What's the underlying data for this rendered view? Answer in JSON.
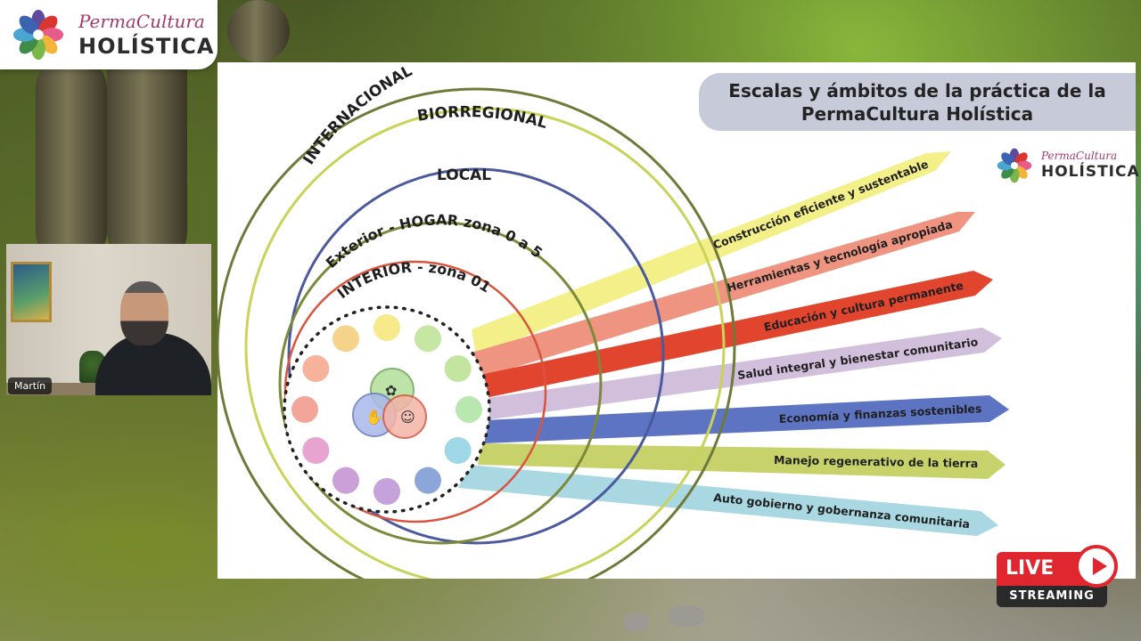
{
  "brand": {
    "script": "PermaCultura",
    "bold": "HOLÍSTICA"
  },
  "slide": {
    "title_line1": "Escalas y ámbitos de la práctica de la",
    "title_line2": "PermaCultura Holística",
    "rings": [
      {
        "label": "INTERNACIONAL",
        "color": "#6e7a3a"
      },
      {
        "label": "BIORREGIONAL",
        "color": "#c9d35a"
      },
      {
        "label": "LOCAL",
        "color": "#4a5a9c"
      },
      {
        "label": "Exterior - HOGAR zona 0 a 5",
        "color": "#7a8a3a"
      },
      {
        "label": "INTERIOR - zona 01",
        "color": "#d9543f"
      }
    ],
    "arrows": [
      {
        "label": "Construcción eficiente y sustentable",
        "color": "#f3f089"
      },
      {
        "label": "Herramientas y tecnología apropiada",
        "color": "#ef9480"
      },
      {
        "label": "Educación y cultura permanente",
        "color": "#e2452e"
      },
      {
        "label": "Salud integral y bienestar comunitario",
        "color": "#d2bfdc"
      },
      {
        "label": "Economía y finanzas sostenibles",
        "color": "#5c74c2"
      },
      {
        "label": "Manejo regenerativo de la tierra",
        "color": "#c7d36a"
      },
      {
        "label": "Auto gobierno y gobernanza comunitaria",
        "color": "#a9d8e3"
      }
    ],
    "icon_colors": [
      "#f6d38a",
      "#f6ea8a",
      "#c6e6a4",
      "#c3e59f",
      "#b9e7b0",
      "#9fd7e6",
      "#8da6da",
      "#c6a2dc",
      "#cba0d6",
      "#e8a4d0",
      "#f3a59a",
      "#f6b29a"
    ],
    "center_colors": [
      "#b6e0a0",
      "#a9b8ea",
      "#f4b4a6"
    ]
  },
  "webcam": {
    "name": "Martín"
  },
  "live_badge": {
    "top": "LIVE",
    "bottom": "STREAMING"
  }
}
